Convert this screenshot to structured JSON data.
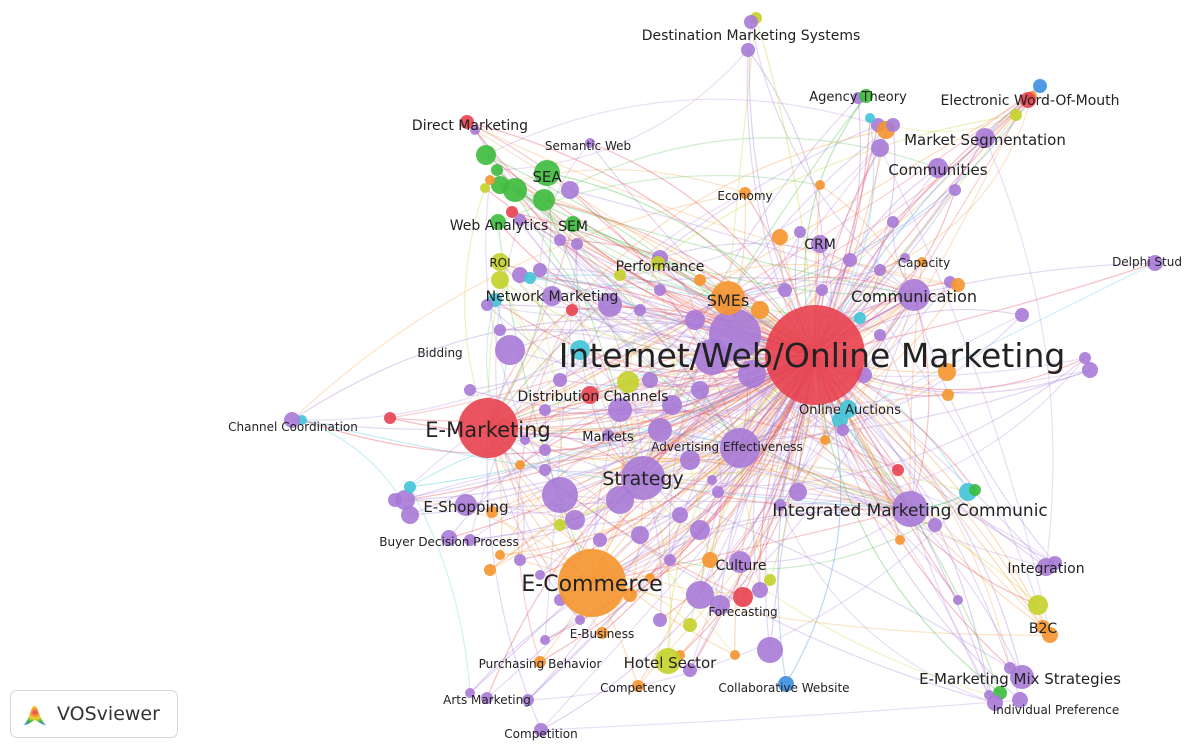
{
  "colors": {
    "purple": "#a77ad6",
    "red": "#e8414f",
    "orange": "#f5952d",
    "green": "#3cbb3c",
    "yellow": "#c4d12a",
    "cyan": "#40c4d8",
    "blue": "#3d8fe0"
  },
  "brand": {
    "name": "VOSviewer",
    "icon": "vosviewer-logo-icon"
  },
  "nodes": [
    {
      "label": "Internet/Web/Online Marketing",
      "color": "red",
      "weight": 10
    },
    {
      "label": "E-Marketing",
      "color": "red",
      "weight": 6
    },
    {
      "label": "E-Commerce",
      "color": "orange",
      "weight": 7
    },
    {
      "label": "Strategy",
      "color": "purple",
      "weight": 5
    },
    {
      "label": "SMEs",
      "color": "orange",
      "weight": 4
    },
    {
      "label": "Communication",
      "color": "purple",
      "weight": 4
    },
    {
      "label": "Integrated Marketing Communic",
      "color": "purple",
      "weight": 4
    },
    {
      "label": "Hotel Sector",
      "color": "yellow",
      "weight": 3
    },
    {
      "label": "E-Marketing Mix Strategies",
      "color": "purple",
      "weight": 3
    },
    {
      "label": "SEA",
      "color": "green",
      "weight": 3
    },
    {
      "label": "Market Segmentation",
      "color": "purple",
      "weight": 3
    },
    {
      "label": "Communities",
      "color": "purple",
      "weight": 3
    },
    {
      "label": "Electronic Word-Of-Mouth",
      "color": "red",
      "weight": 2
    },
    {
      "label": "Destination Marketing Systems",
      "color": "purple",
      "weight": 2
    },
    {
      "label": "Direct Marketing",
      "color": "red",
      "weight": 2
    },
    {
      "label": "Web Analytics",
      "color": "green",
      "weight": 3
    },
    {
      "label": "SEM",
      "color": "green",
      "weight": 3
    },
    {
      "label": "CRM",
      "color": "purple",
      "weight": 3
    },
    {
      "label": "Performance",
      "color": "yellow",
      "weight": 2
    },
    {
      "label": "Network Marketing",
      "color": "purple",
      "weight": 3
    },
    {
      "label": "Distribution Channels",
      "color": "yellow",
      "weight": 3
    },
    {
      "label": "Online Auctions",
      "color": "cyan",
      "weight": 3
    },
    {
      "label": "E-Shopping",
      "color": "purple",
      "weight": 3
    },
    {
      "label": "Culture",
      "color": "purple",
      "weight": 3
    },
    {
      "label": "Integration",
      "color": "purple",
      "weight": 2
    },
    {
      "label": "B2C",
      "color": "orange",
      "weight": 2
    },
    {
      "label": "Markets",
      "color": "purple",
      "weight": 2
    },
    {
      "label": "Advertising Effectiveness",
      "color": "purple",
      "weight": 4
    },
    {
      "label": "Agency Theory",
      "color": "green",
      "weight": 2
    },
    {
      "label": "Semantic Web",
      "color": "purple",
      "weight": 1
    },
    {
      "label": "Economy",
      "color": "orange",
      "weight": 1
    },
    {
      "label": "ROI",
      "color": "yellow",
      "weight": 2
    },
    {
      "label": "Capacity",
      "color": "orange",
      "weight": 1
    },
    {
      "label": "Delphi Stud",
      "color": "purple",
      "weight": 2
    },
    {
      "label": "Bidding",
      "color": "purple",
      "weight": 3
    },
    {
      "label": "Channel Coordination",
      "color": "purple",
      "weight": 2
    },
    {
      "label": "Buyer Decision Process",
      "color": "purple",
      "weight": 2
    },
    {
      "label": "Forecasting",
      "color": "red",
      "weight": 2
    },
    {
      "label": "E-Business",
      "color": "orange",
      "weight": 1
    },
    {
      "label": "Purchasing Behavior",
      "color": "orange",
      "weight": 1
    },
    {
      "label": "Competency",
      "color": "orange",
      "weight": 1
    },
    {
      "label": "Collaborative Website",
      "color": "blue",
      "weight": 1
    },
    {
      "label": "Arts Marketing",
      "color": "purple",
      "weight": 1
    },
    {
      "label": "Competition",
      "color": "purple",
      "weight": 1
    },
    {
      "label": "Individual Preference",
      "color": "purple",
      "weight": 1
    }
  ]
}
